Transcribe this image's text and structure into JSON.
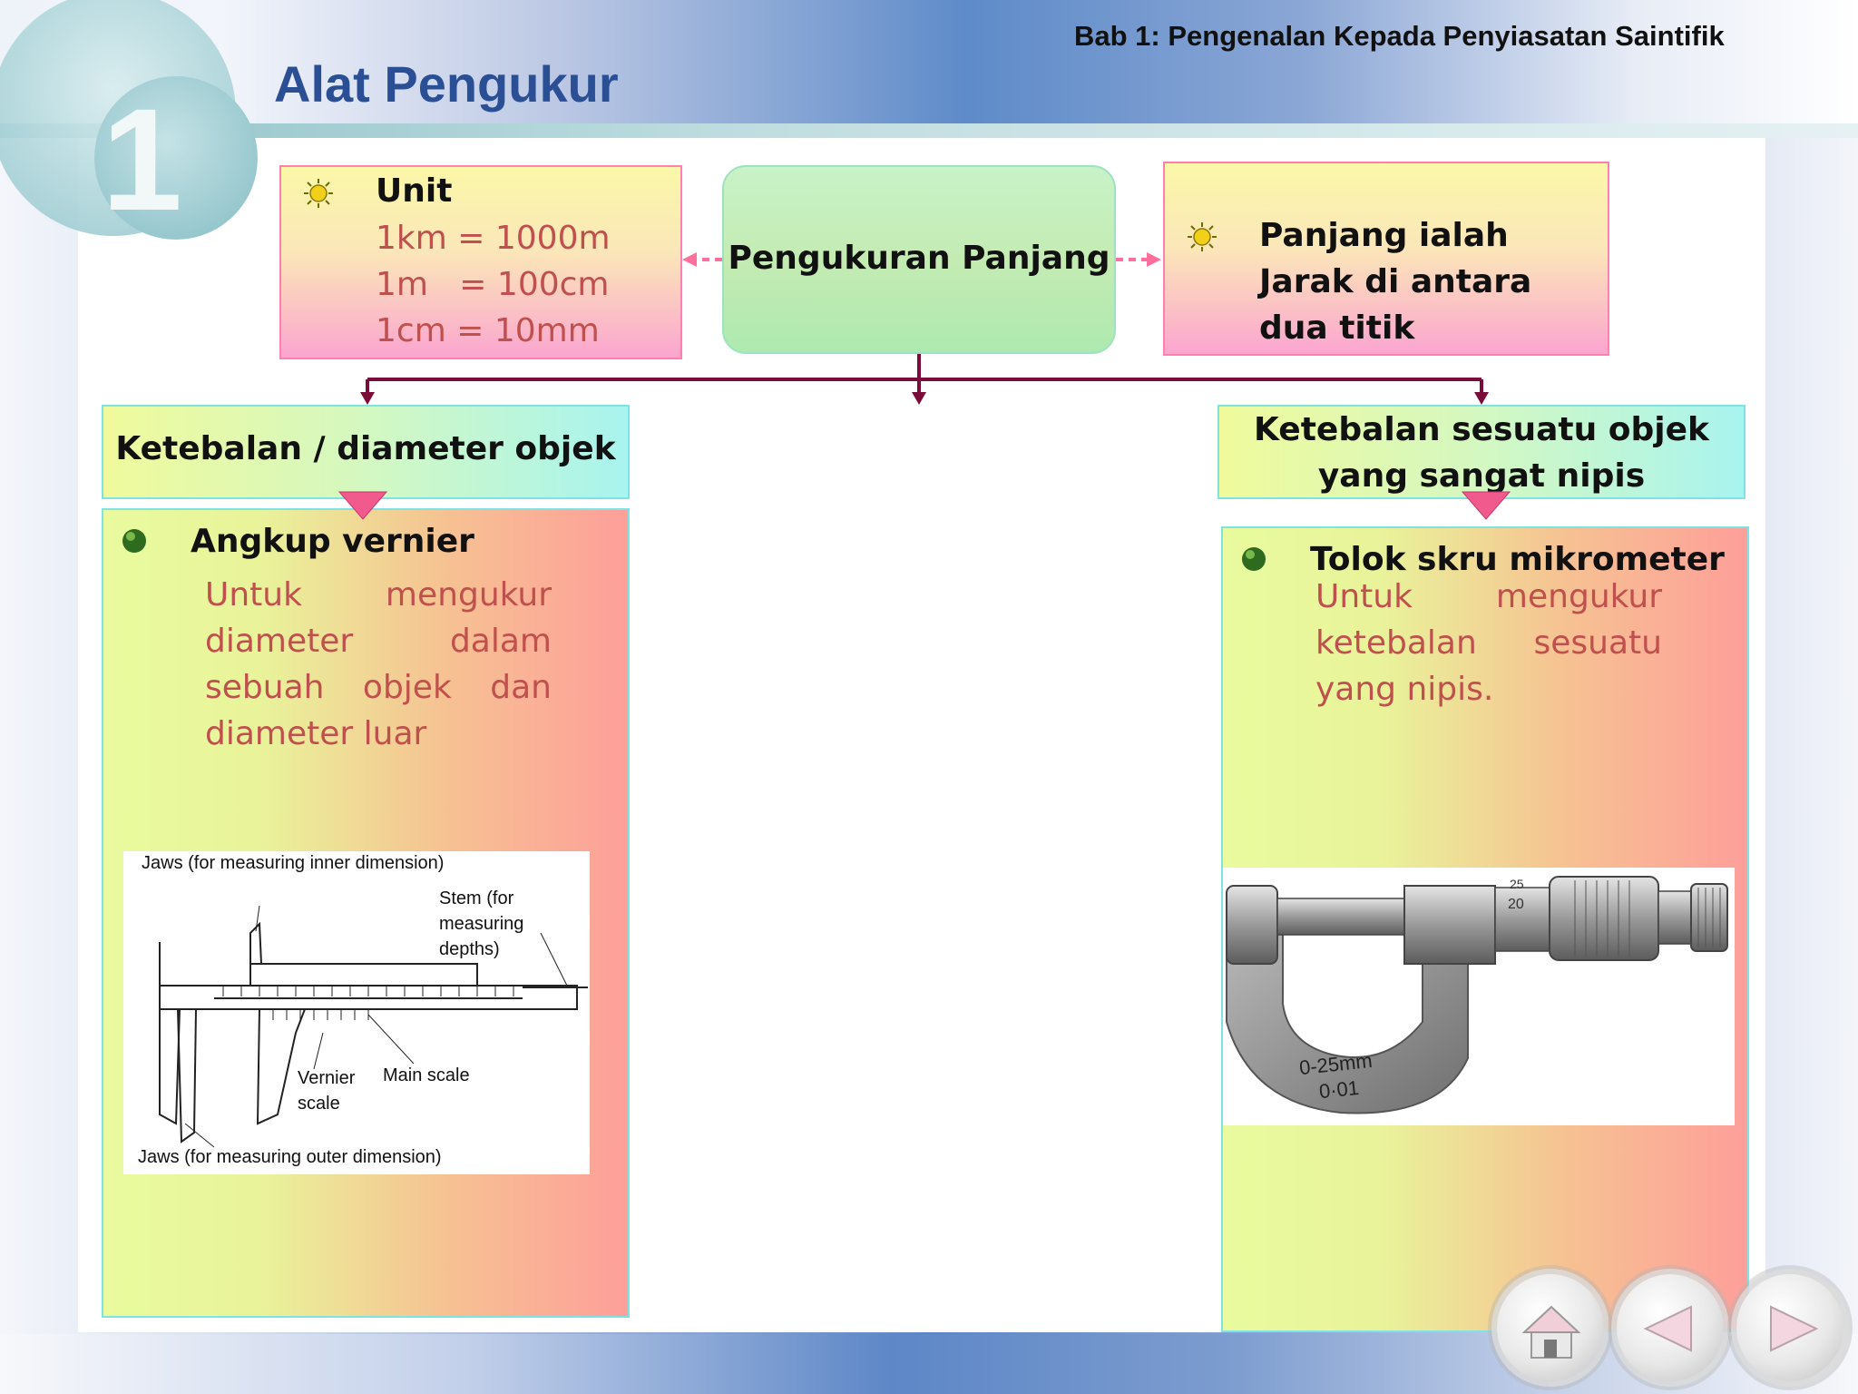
{
  "header": {
    "chapter": "Bab 1: Pengenalan Kepada Penyiasatan Saintifik",
    "title": "Alat Pengukur",
    "chapter_number": "1"
  },
  "unit_box": {
    "label": "Unit",
    "lines": [
      "1km = 1000m",
      "1m   = 100cm",
      "1cm = 10mm"
    ],
    "icon": "sun-bullet-icon"
  },
  "center_box": {
    "label": "Pengukuran Panjang"
  },
  "definition_box": {
    "text": "Panjang  ialah  Jarak di antara dua titik",
    "icon": "sun-bullet-icon"
  },
  "left_branch": {
    "heading": "Ketebalan / diameter objek",
    "tool_name": "Angkup vernier",
    "description": "Untuk mengukur diameter dalam sebuah objek dan diameter luar",
    "image_labels": {
      "jaws_inner": "Jaws (for measuring inner dimension)",
      "stem": "Stem (for measuring depths)",
      "vernier": "Vernier scale",
      "main_scale": "Main scale",
      "jaws_outer": "Jaws (for measuring outer dimension)"
    }
  },
  "right_branch": {
    "heading": "Ketebalan sesuatu objek yang sangat nipis",
    "tool_name": "Tolok skru mikrometer",
    "description": "Untuk mengukur ketebalan sesuatu yang nipis.",
    "image_labels": {
      "range": "0-25mm",
      "resolution": "0·01",
      "s25": "25",
      "s20": "20"
    }
  },
  "colors": {
    "title_blue": "#2a4f94",
    "body_red": "#c0504d",
    "connector": "#7b0c3a",
    "dashed_arrow": "#ff6f9d"
  },
  "nav": {
    "home": "home-icon",
    "prev": "previous-arrow-icon",
    "next": "next-arrow-icon"
  }
}
